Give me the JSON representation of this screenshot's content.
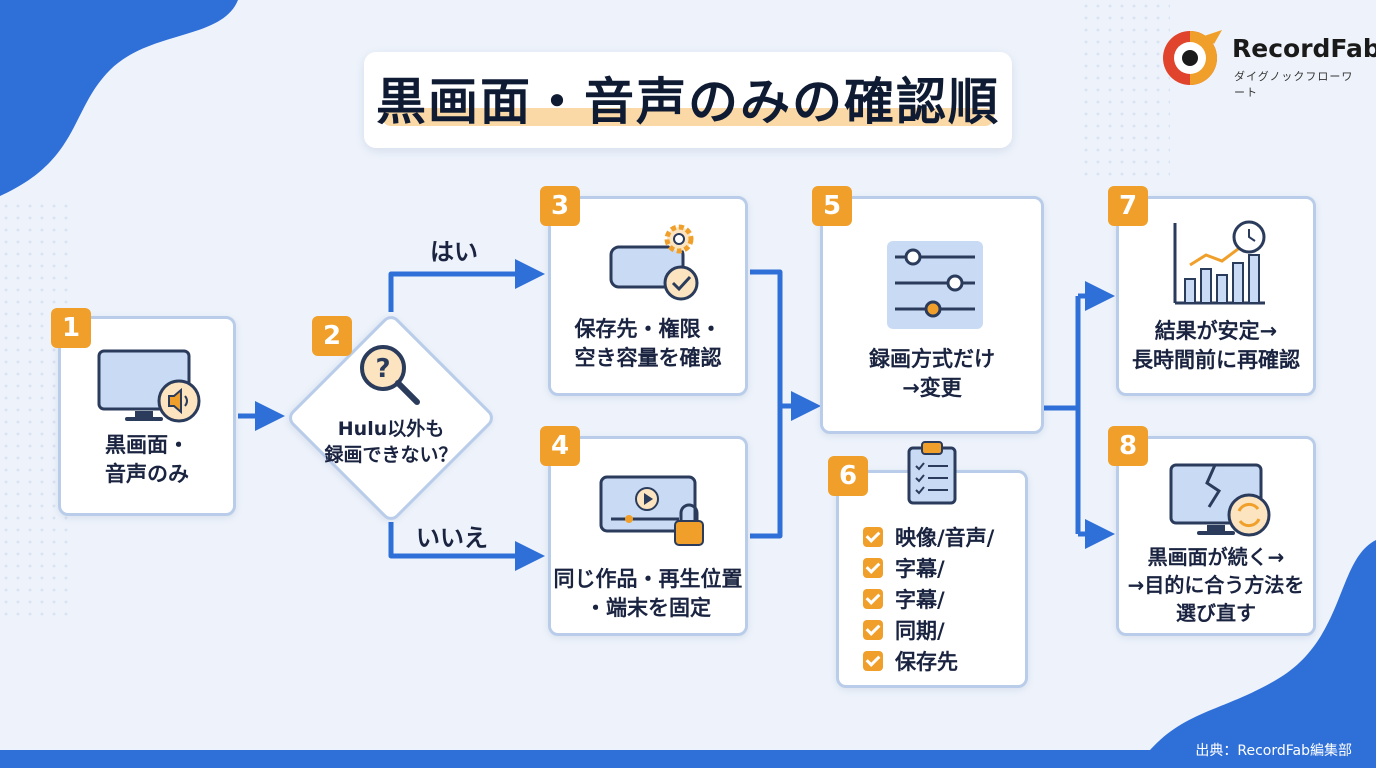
{
  "title": "黒画面・音声のみの確認順",
  "logo": {
    "name": "RecordFab",
    "subtitle": "ダイグノックフローワート"
  },
  "credit": "出典：RecordFab編集部",
  "edges": {
    "yes": "はい",
    "no": "いいえ"
  },
  "steps": [
    {
      "number": "1",
      "lines": [
        "黒画面・",
        "音声のみ"
      ],
      "icon": "monitor-speaker-icon"
    },
    {
      "number": "2",
      "lines": [
        "Hulu以外も",
        "録画できない？"
      ],
      "icon": "magnifier-question-icon"
    },
    {
      "number": "3",
      "lines": [
        "保存先・権限・",
        "空き容量を確認"
      ],
      "icon": "storage-gear-check-icon"
    },
    {
      "number": "4",
      "lines": [
        "同じ作品・再生位置",
        "・端末を固定"
      ],
      "icon": "video-player-lock-icon"
    },
    {
      "number": "5",
      "lines": [
        "録画方式だけ",
        "→変更"
      ],
      "icon": "settings-sliders-icon"
    },
    {
      "number": "6",
      "checklist": [
        "映像/音声/",
        "字幕/",
        "字幕/",
        "同期/",
        "保存先"
      ],
      "icon": "clipboard-checklist-icon"
    },
    {
      "number": "7",
      "lines": [
        "結果が安定→",
        "長時間前に再確認"
      ],
      "icon": "chart-clock-icon"
    },
    {
      "number": "8",
      "lines": [
        "黒画面が続く→",
        "→目的に合う方法を",
        "選び直す"
      ],
      "icon": "broken-monitor-refresh-icon"
    }
  ],
  "colors": {
    "accent": "#f0a02a",
    "flow": "#2f6fd8",
    "card_border": "#b9cdea",
    "background": "#eef3fb"
  }
}
